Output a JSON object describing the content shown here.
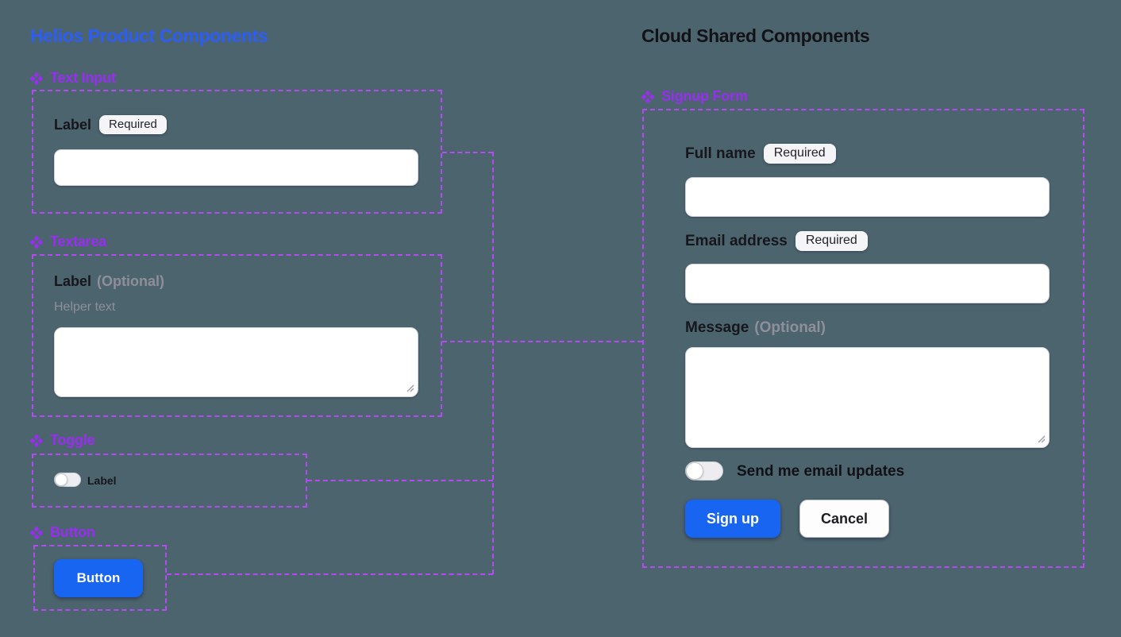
{
  "canvas": {
    "bg": "#4c646e",
    "dash": "#b44af2",
    "accent_blue": "#1765f0",
    "label_purple": "#9a2df2",
    "title_blue": "#2c5ef7",
    "ink": "#16161c",
    "muted": "#8f8f9a"
  },
  "helios": {
    "title": "Helios Product Components",
    "text_input": {
      "section": "Text Input",
      "label": "Label",
      "badge": "Required",
      "value": ""
    },
    "textarea": {
      "section": "Textarea",
      "label": "Label",
      "optional": "(Optional)",
      "helper": "Helper text",
      "value": ""
    },
    "toggle": {
      "section": "Toggle",
      "label": "Label",
      "state": "off"
    },
    "button": {
      "section": "Button",
      "label": "Button"
    }
  },
  "cloud": {
    "title": "Cloud Shared Components",
    "signup": {
      "section": "Signup Form",
      "full_name": {
        "label": "Full name",
        "badge": "Required",
        "value": ""
      },
      "email": {
        "label": "Email address",
        "badge": "Required",
        "value": ""
      },
      "message": {
        "label": "Message",
        "optional": "(Optional)",
        "value": ""
      },
      "updates_toggle": {
        "label": "Send me email updates",
        "state": "off"
      },
      "signup_button": "Sign up",
      "cancel_button": "Cancel"
    }
  }
}
